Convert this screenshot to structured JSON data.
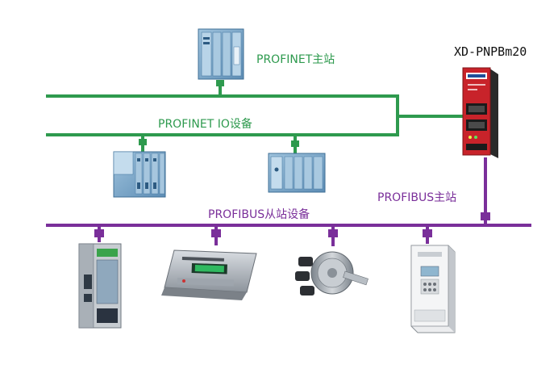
{
  "labels": {
    "profinet_master": "PROFINET主站",
    "profinet_io": "PROFINET  IO设备",
    "profibus_master": "PROFIBUS主站",
    "profibus_slave": "PROFIBUS从站设备",
    "gateway_model": "XD-PNPBm20"
  },
  "colors": {
    "profinet": "#2e9a4e",
    "profibus": "#7a2f9a"
  },
  "icons": [
    "plc-rack-icon",
    "io-rack-icon",
    "io-module-icon",
    "gateway-icon",
    "drive-coupler-icon",
    "weighing-terminal-icon",
    "rotary-encoder-icon",
    "frequency-inverter-icon"
  ]
}
